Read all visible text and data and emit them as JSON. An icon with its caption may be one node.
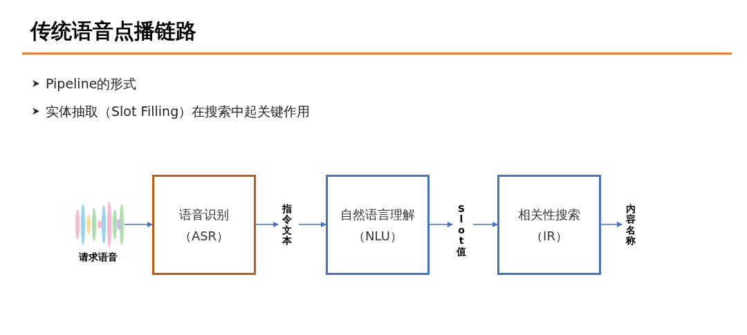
{
  "diagram": {
    "title": "传统语音点播链路",
    "nodes": [
      {
        "text": [],
        "shape": "picture",
        "beside": [
          "请求语音"
        ]
      },
      {
        "text": [
          "语音识别",
          "（ASR）"
        ]
      },
      {
        "text": [
          "指令文本"
        ]
      },
      {
        "text": [
          "自然语言理解",
          "（NLU）"
        ]
      },
      {
        "text": [
          "Slot值"
        ]
      },
      {
        "text": [
          "相关性搜索",
          "（IR）"
        ]
      },
      {
        "text": [
          "内容名称"
        ]
      }
    ],
    "edges": [
      {
        "from": 0,
        "to": 1,
        "arrow": "to"
      },
      {
        "from": 1,
        "to": 2,
        "arrow": "to"
      },
      {
        "from": 2,
        "to": 3,
        "arrow": "to"
      },
      {
        "from": 3,
        "to": 4,
        "arrow": "to"
      },
      {
        "from": 4,
        "to": 5,
        "arrow": "to"
      },
      {
        "from": 5,
        "to": 6,
        "arrow": "to"
      }
    ],
    "labels": [
      "Pipeline的形式",
      "实体抽取（Slot Filling）在搜索中起关键作用"
    ]
  }
}
